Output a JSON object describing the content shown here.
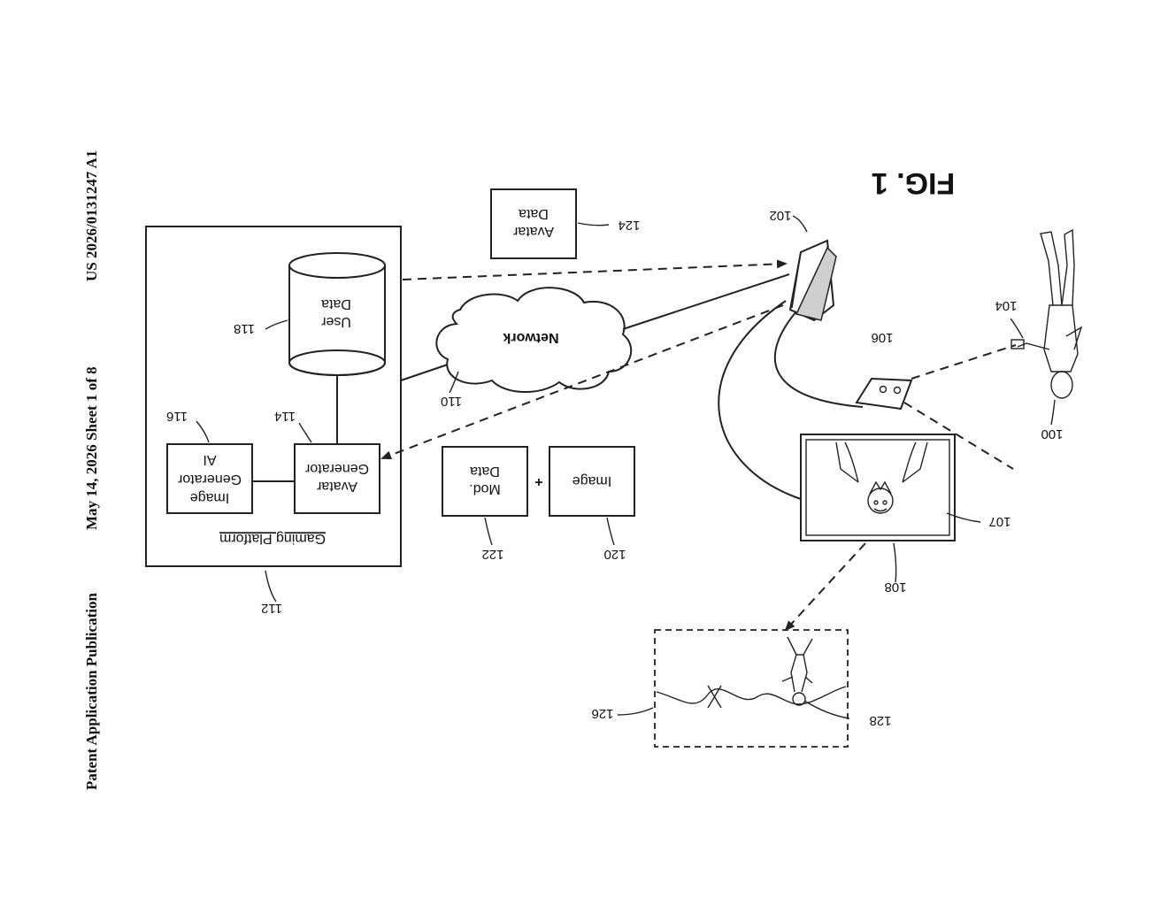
{
  "header": {
    "left": "Patent Application Publication",
    "middle": "May 14, 2026  Sheet 1 of 8",
    "right": "US 2026/0131247 A1"
  },
  "figure": {
    "title": "FIG. 1",
    "labels": {
      "gaming_platform": "Gaming Platform",
      "user_data_1": "User",
      "user_data_2": "Data",
      "avatar_gen_1": "Avatar",
      "avatar_gen_2": "Generator",
      "image_gen_1": "Image",
      "image_gen_2": "Generator",
      "image_gen_3": "AI",
      "network": "Network",
      "avatar_data_1": "Avatar",
      "avatar_data_2": "Data",
      "mod_data_1": "Mod.",
      "mod_data_2": "Data",
      "plus": "+",
      "image": "Image"
    },
    "refs": {
      "r100": "100",
      "r102": "102",
      "r104": "104",
      "r106": "106",
      "r107": "107",
      "r108": "108",
      "r110": "110",
      "r112": "112",
      "r114": "114",
      "r116": "116",
      "r118": "118",
      "r120": "120",
      "r122": "122",
      "r124": "124",
      "r126": "126",
      "r128": "128"
    }
  }
}
